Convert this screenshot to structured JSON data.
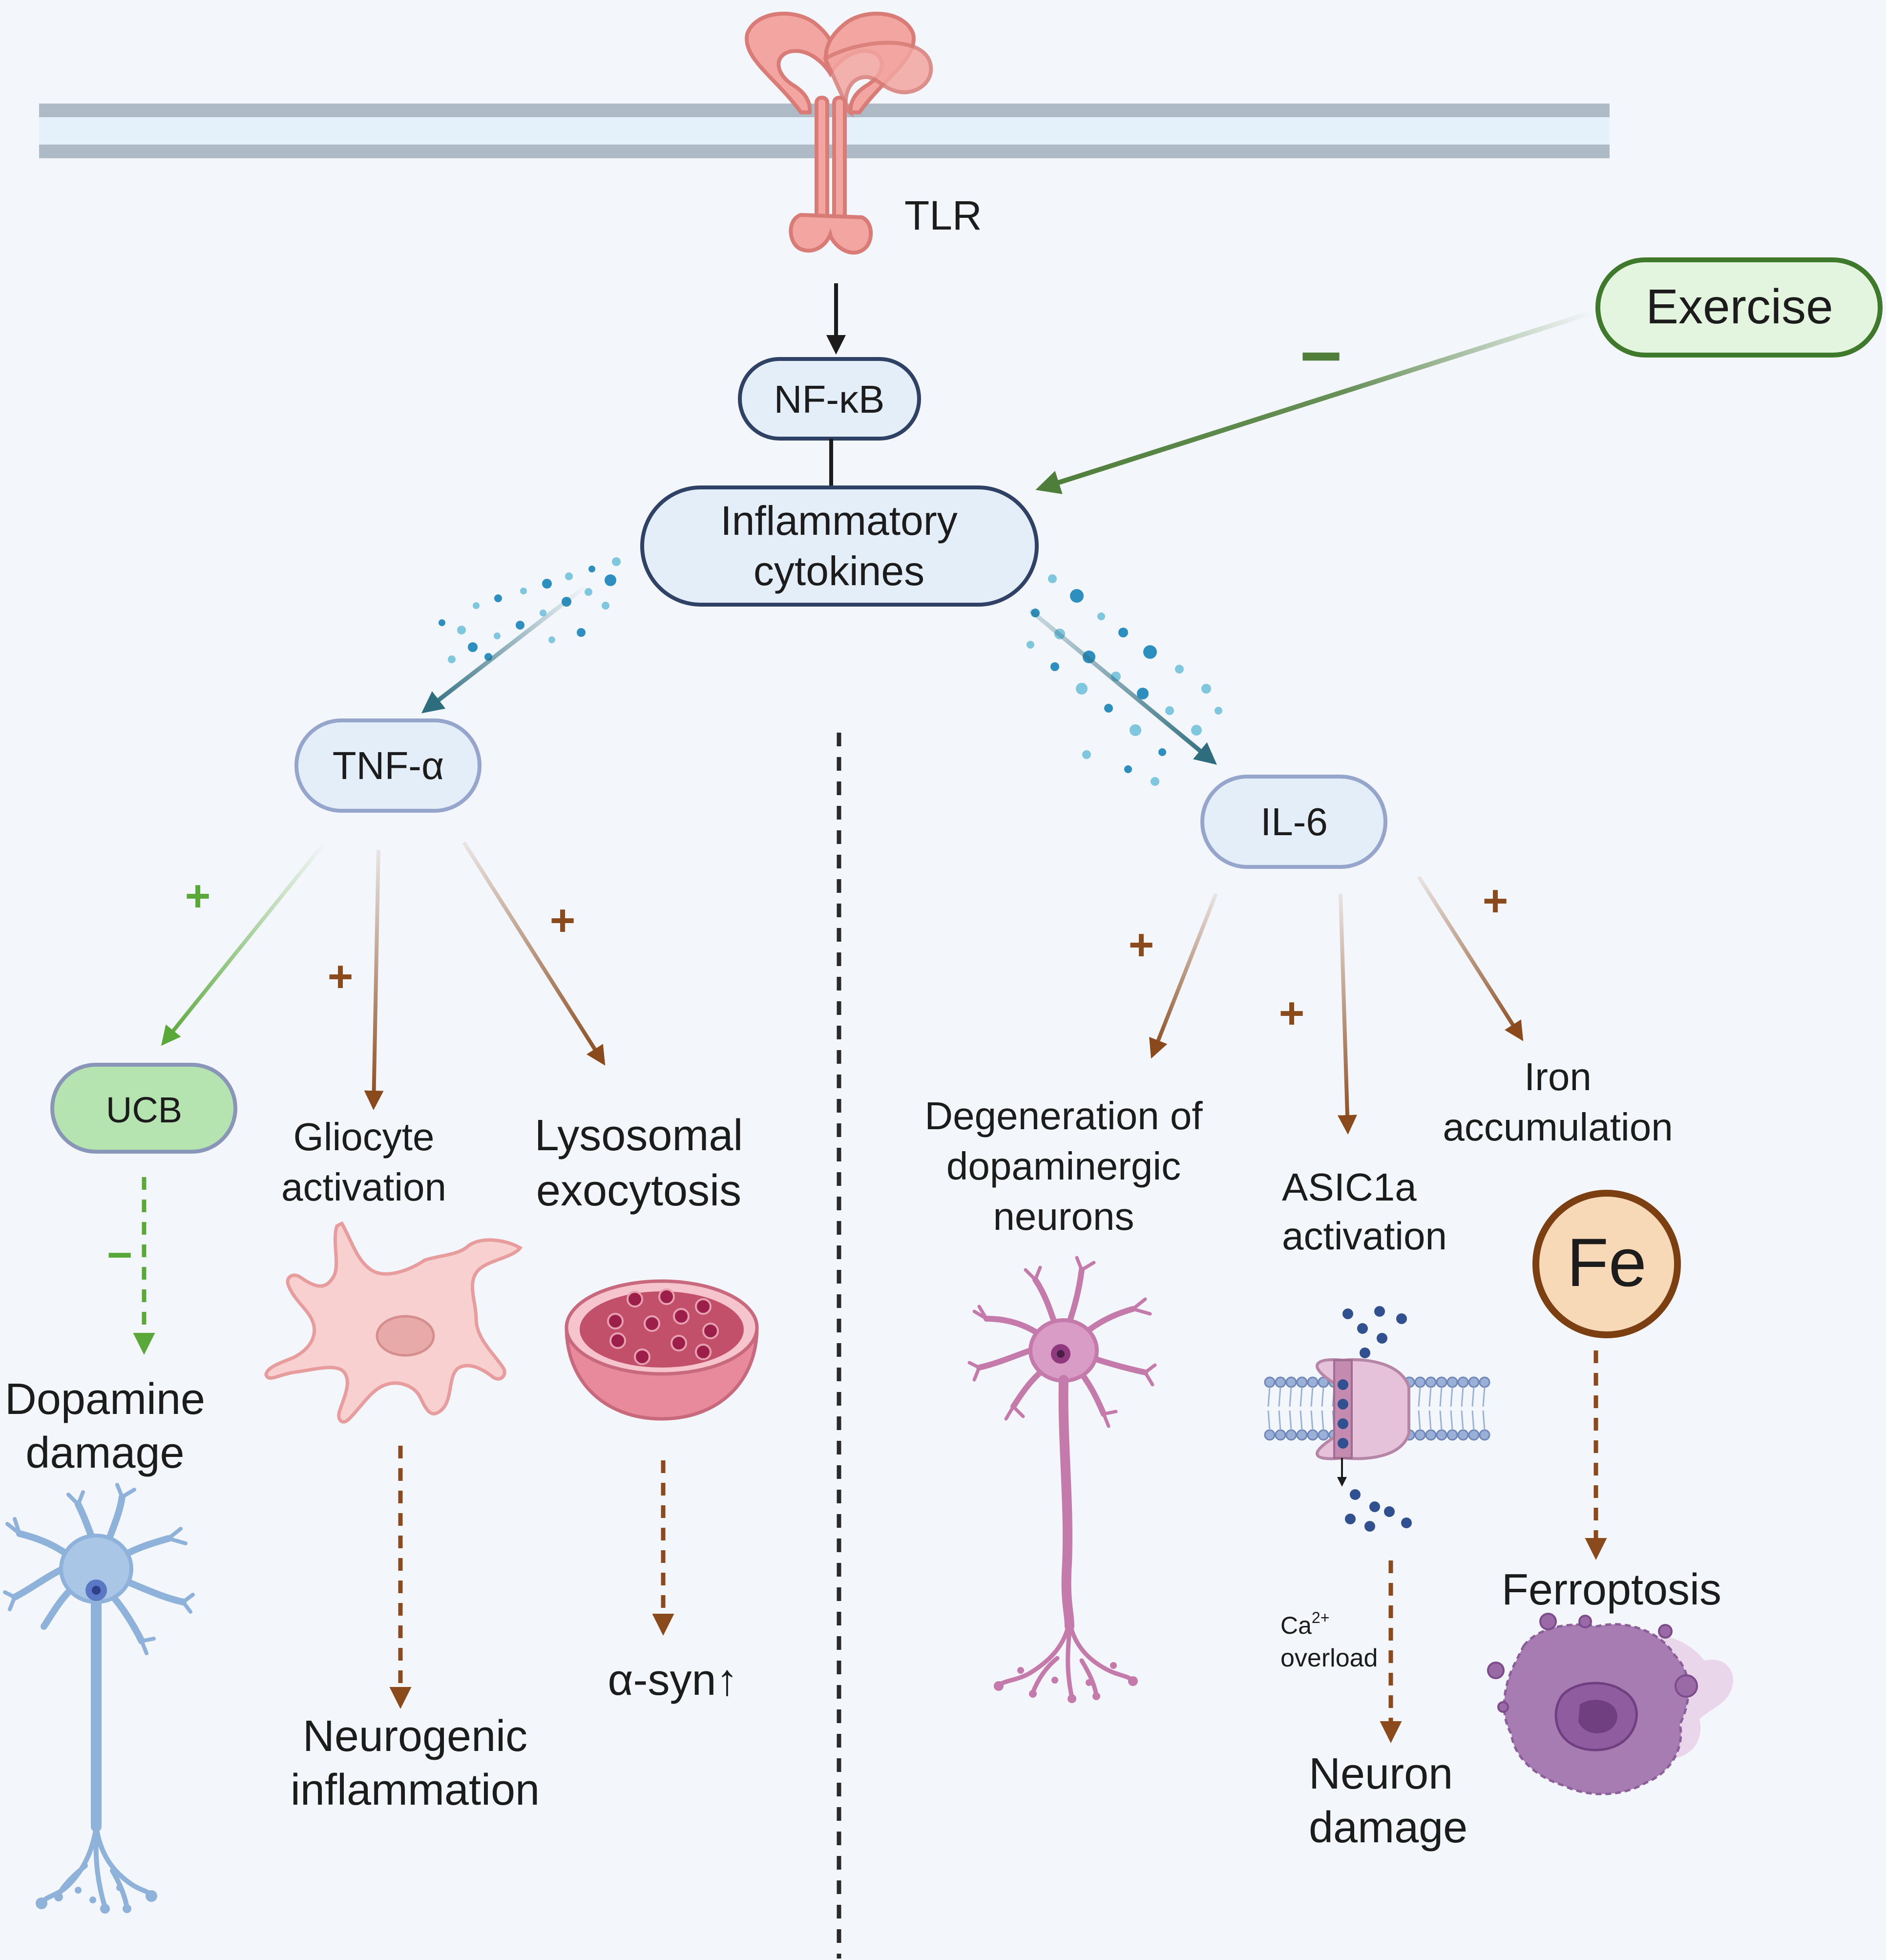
{
  "labels": {
    "receptor": "TLR",
    "nfkb": "NF-κB",
    "cytokines_line1": "Inflammatory",
    "cytokines_line2": "cytokines",
    "exercise": "Exercise",
    "exercise_effect": "−",
    "tnf": "TNF-α",
    "il6": "IL-6",
    "ucb": "UCB",
    "ucb_effect": "−",
    "plus": "+",
    "gliocyte_line1": "Gliocyte",
    "gliocyte_line2": "activation",
    "lysosomal_line1": "Lysosomal",
    "lysosomal_line2": "exocytosis",
    "dopamine_line1": "Dopamine",
    "dopamine_line2": "damage",
    "neurogenic_line1": "Neurogenic",
    "neurogenic_line2": "inflammation",
    "asyn": "α-syn↑",
    "degeneration_line1": "Degeneration of",
    "degeneration_line2": "dopaminergic",
    "degeneration_line3": "neurons",
    "asic_line1": "ASIC1a",
    "asic_line2": "activation",
    "iron_line1": "Iron",
    "iron_line2": "accumulation",
    "fe": "Fe",
    "ca_base": "Ca",
    "ca_sup": "2+",
    "overload": "overload",
    "neuron_damage_line1": "Neuron",
    "neuron_damage_line2": "damage",
    "ferroptosis": "Ferroptosis"
  },
  "colors": {
    "background": "#f3f6fa",
    "membrane_outer": "#aebbc7",
    "membrane_inner": "#e4f1fb",
    "node_fill": "#e4eef9",
    "node_stroke": "#2f4266",
    "tnf_il6_stroke": "#95a5cc",
    "green_fill": "#e4f5df",
    "green_stroke": "#3f7a2c",
    "ucb_fill": "#b5e4b0",
    "arrow_green": "#5aa83a",
    "arrow_brown": "#8b4a1c",
    "arrow_teal": "#2e6d7e",
    "exercise_arrow": "#4e7e3a",
    "receptor": "#f3a6a1",
    "neuron_blue": "#8fb2da",
    "neuron_purple": "#c47aaa",
    "fe_fill": "#f7d9b7",
    "fe_stroke": "#7b3f12",
    "ferroptosis": "#a77cb3"
  }
}
